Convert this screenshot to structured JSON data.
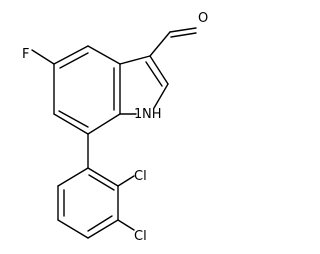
{
  "molecule": {
    "atoms": {
      "oxygen": "O",
      "fluorine": "F",
      "nh": "NH",
      "nh_prefix": "1",
      "chlorine_1": "Cl",
      "chlorine_2": "Cl"
    },
    "colors": {
      "bond": "#000000",
      "text": "#000000",
      "background": "#ffffff"
    }
  }
}
